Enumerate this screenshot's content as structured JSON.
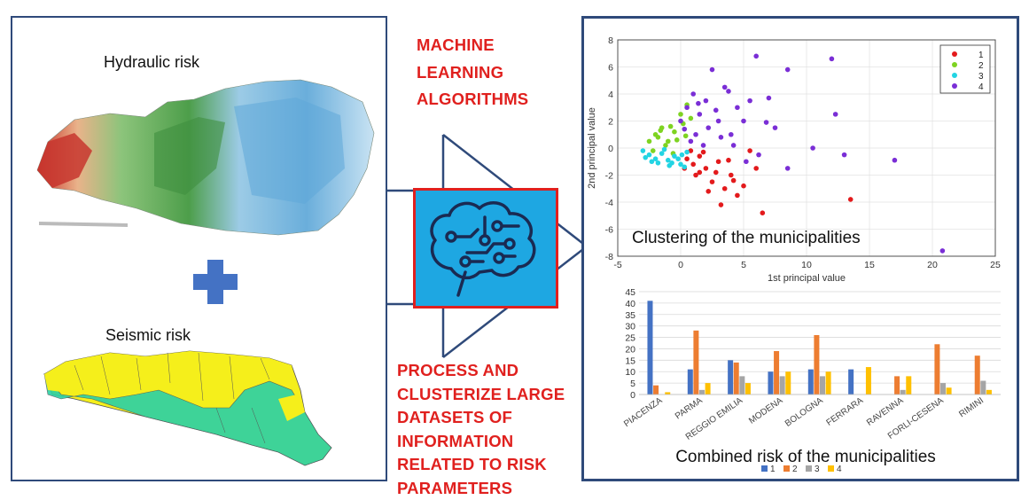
{
  "left": {
    "hydraulic_label": "Hydraulic risk",
    "seismic_label": "Seismic risk"
  },
  "middle": {
    "ml_lines": [
      "MACHINE",
      "LEARNING",
      "ALGORITHMS"
    ],
    "process_lines": [
      "PROCESS AND",
      "CLUSTERIZE LARGE",
      "DATASETS OF",
      "INFORMATION",
      "RELATED TO RISK",
      "PARAMETERS"
    ]
  },
  "colors": {
    "accent": "#e0201e",
    "frame": "#2f4a7a",
    "brain_box": "#1ea7e2",
    "plus": "#4472c4"
  },
  "icons": [
    "plus-icon",
    "brain-circuit-icon",
    "arrow-right",
    "arrow-down"
  ],
  "chart_data": [
    {
      "type": "scatter",
      "title": "Clustering of the municipalities",
      "xlabel": "1st principal value",
      "ylabel": "2nd principal value",
      "xlim": [
        -5,
        25
      ],
      "ylim": [
        -8,
        8
      ],
      "xticks": [
        -5,
        0,
        5,
        10,
        15,
        20,
        25
      ],
      "yticks": [
        -8,
        -6,
        -4,
        -2,
        0,
        2,
        4,
        6,
        8
      ],
      "grid": true,
      "legend_position": "top-right",
      "series": [
        {
          "name": "1",
          "color": "#e31a1c",
          "points": [
            [
              0.5,
              -0.8
            ],
            [
              1,
              -1.2
            ],
            [
              1.5,
              -0.6
            ],
            [
              2,
              -1.5
            ],
            [
              2.5,
              -2.5
            ],
            [
              3,
              -1
            ],
            [
              3.5,
              -3
            ],
            [
              4,
              -2
            ],
            [
              4.5,
              -3.5
            ],
            [
              5,
              -2.8
            ],
            [
              6,
              -1.5
            ],
            [
              6.5,
              -4.8
            ],
            [
              13.5,
              -3.8
            ],
            [
              1.2,
              -2
            ],
            [
              2.8,
              -1.8
            ],
            [
              0.8,
              -0.2
            ],
            [
              3.2,
              -4.2
            ],
            [
              1.8,
              -0.3
            ],
            [
              4.2,
              -2.4
            ],
            [
              5.5,
              -0.2
            ],
            [
              0.3,
              -1.5
            ],
            [
              2.2,
              -3.2
            ],
            [
              3.8,
              -0.9
            ],
            [
              1.5,
              -1.8
            ]
          ]
        },
        {
          "name": "2",
          "color": "#7ed321",
          "points": [
            [
              -2.5,
              0.5
            ],
            [
              -2,
              1
            ],
            [
              -1.5,
              1.5
            ],
            [
              -1,
              0.5
            ],
            [
              -0.5,
              1.2
            ],
            [
              0,
              2.5
            ],
            [
              0.5,
              3.2
            ],
            [
              -2.2,
              -0.2
            ],
            [
              -1.8,
              0.8
            ],
            [
              -1.2,
              0.2
            ],
            [
              -0.8,
              1.6
            ],
            [
              0.2,
              1.8
            ],
            [
              -0.3,
              0.6
            ],
            [
              0.4,
              0.9
            ],
            [
              -1.6,
              1.3
            ],
            [
              -0.6,
              -0.4
            ],
            [
              0.8,
              2.2
            ]
          ]
        },
        {
          "name": "3",
          "color": "#22d4e3",
          "points": [
            [
              -3,
              -0.2
            ],
            [
              -2.5,
              -0.5
            ],
            [
              -2,
              -0.8
            ],
            [
              -1.5,
              -0.4
            ],
            [
              -1,
              -0.9
            ],
            [
              -0.5,
              -0.6
            ],
            [
              0,
              -1.2
            ],
            [
              0.5,
              -0.3
            ],
            [
              -2.8,
              -0.7
            ],
            [
              -1.8,
              -1.1
            ],
            [
              -0.9,
              -1.3
            ],
            [
              -0.2,
              -0.8
            ],
            [
              0.3,
              -1.4
            ],
            [
              -1.3,
              -0.1
            ],
            [
              -2.3,
              -1
            ],
            [
              0.1,
              -0.5
            ],
            [
              -0.7,
              -1.1
            ]
          ]
        },
        {
          "name": "4",
          "color": "#7a2ed6",
          "points": [
            [
              0,
              2
            ],
            [
              0.5,
              3
            ],
            [
              1,
              4
            ],
            [
              1.5,
              2.5
            ],
            [
              2,
              3.5
            ],
            [
              2.5,
              5.8
            ],
            [
              3,
              2
            ],
            [
              3.5,
              4.5
            ],
            [
              4,
              1
            ],
            [
              4.5,
              3
            ],
            [
              5,
              2
            ],
            [
              5.5,
              3.5
            ],
            [
              6,
              6.8
            ],
            [
              7,
              3.7
            ],
            [
              7.5,
              1.5
            ],
            [
              8.5,
              5.8
            ],
            [
              8.5,
              -1.5
            ],
            [
              10.5,
              0
            ],
            [
              12,
              6.6
            ],
            [
              12.3,
              2.5
            ],
            [
              13,
              -0.5
            ],
            [
              17,
              -0.9
            ],
            [
              20.8,
              -7.6
            ],
            [
              1.2,
              1
            ],
            [
              0.8,
              0.5
            ],
            [
              2.2,
              1.5
            ],
            [
              3.2,
              0.8
            ],
            [
              4.2,
              0.2
            ],
            [
              6.2,
              -0.5
            ],
            [
              5.2,
              -1
            ],
            [
              1.8,
              0.2
            ],
            [
              3.8,
              4.2
            ],
            [
              2.8,
              2.8
            ],
            [
              0.3,
              1.4
            ],
            [
              1.4,
              3.3
            ],
            [
              6.8,
              1.9
            ]
          ]
        }
      ]
    },
    {
      "type": "bar",
      "title": "Combined risk of the municipalities",
      "categories": [
        "PIACENZA",
        "PARMA",
        "REGGIO EMILIA",
        "MODENA",
        "BOLOGNA",
        "FERRARA",
        "RAVENNA",
        "FORLI-CESENA",
        "RIMINI"
      ],
      "ylim": [
        0,
        45
      ],
      "yticks": [
        0,
        5,
        10,
        15,
        20,
        25,
        30,
        35,
        40,
        45
      ],
      "grid": true,
      "legend_position": "bottom",
      "series": [
        {
          "name": "1",
          "color": "#4472c4",
          "values": [
            41,
            11,
            15,
            10,
            11,
            11,
            0,
            0,
            0
          ]
        },
        {
          "name": "2",
          "color": "#ed7d31",
          "values": [
            4,
            28,
            14,
            19,
            26,
            0,
            8,
            22,
            17
          ]
        },
        {
          "name": "3",
          "color": "#a5a5a5",
          "values": [
            0,
            2,
            8,
            8,
            8,
            0,
            2,
            5,
            6
          ]
        },
        {
          "name": "4",
          "color": "#ffc000",
          "values": [
            1,
            5,
            5,
            10,
            10,
            12,
            8,
            3,
            2
          ]
        }
      ]
    }
  ]
}
